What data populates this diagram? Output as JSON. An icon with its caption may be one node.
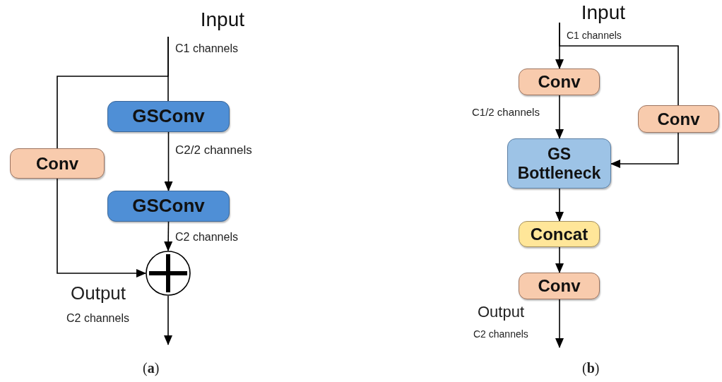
{
  "diagram": {
    "nodes": [
      {
        "text": [
          "Input"
        ]
      },
      {
        "text": [
          "GSConv"
        ]
      },
      {
        "text": [
          "Conv"
        ]
      },
      {
        "text": [
          "GSConv"
        ]
      },
      {
        "text": [],
        "shape": "circle"
      },
      {
        "text": [
          "Input"
        ]
      },
      {
        "text": [
          "Conv"
        ]
      },
      {
        "text": [
          "Conv"
        ]
      },
      {
        "text": [
          "GS Bottleneck"
        ]
      },
      {
        "text": [
          "Concat"
        ]
      },
      {
        "text": [
          "Conv"
        ]
      }
    ],
    "edges": [
      {
        "from": 0,
        "to": 1,
        "arrow": "none"
      },
      {
        "from": 0,
        "to": 2,
        "arrow": "none"
      },
      {
        "from": 1,
        "to": 3,
        "arrow": "to"
      },
      {
        "from": 3,
        "to": 4,
        "arrow": "to"
      },
      {
        "from": 2,
        "to": 4,
        "arrow": "to"
      },
      {
        "from": 4,
        "to": null,
        "arrow": "to"
      },
      {
        "from": 5,
        "to": 6,
        "arrow": "to"
      },
      {
        "from": 5,
        "to": 7,
        "arrow": "none"
      },
      {
        "from": 6,
        "to": 8,
        "arrow": "to"
      },
      {
        "from": 7,
        "to": 8,
        "arrow": "to"
      },
      {
        "from": 8,
        "to": 9,
        "arrow": "to"
      },
      {
        "from": 9,
        "to": 10,
        "arrow": "to"
      },
      {
        "from": 10,
        "to": null,
        "arrow": "to"
      }
    ],
    "labels": [
      "C1 channels",
      "C2/2 channels",
      "C2 channels",
      "Output",
      "C2 channels",
      "(**a**)",
      "C1 channels",
      "C1/2 channels",
      "Output",
      "C2 channels",
      "(**b**)"
    ]
  }
}
